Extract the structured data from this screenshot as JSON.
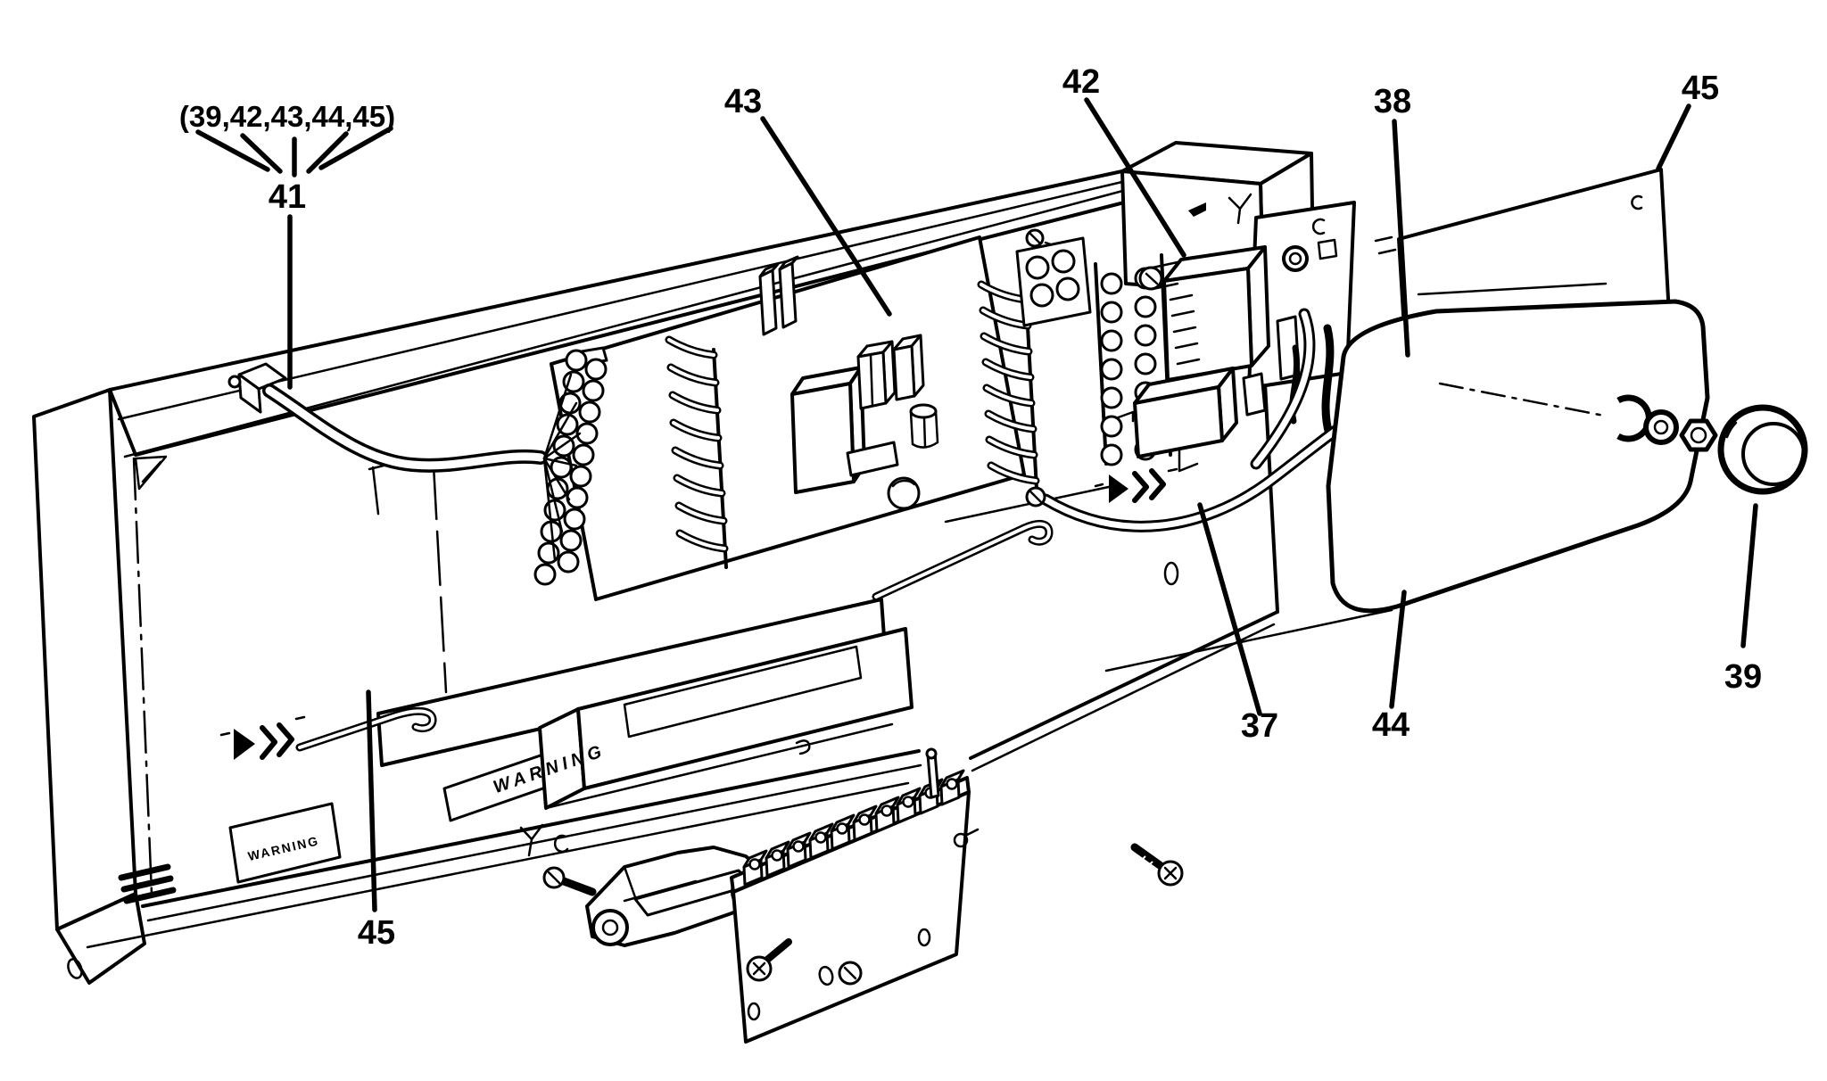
{
  "figure": {
    "background": "#ffffff",
    "line_color": "#000000",
    "description": "Exploded parts line diagram of an appliance control-panel console with circuit boards, cover plates, knob and mounting hardware"
  },
  "callouts": {
    "group_list": "(39,42,43,44,45)",
    "n41": "41",
    "n43": "43",
    "n42": "42",
    "n38": "38",
    "n45_top": "45",
    "n37": "37",
    "n44": "44",
    "n39": "39",
    "n45_bottom": "45"
  },
  "stickers": {
    "warning_front": "WARNING",
    "warning_lower": "WARNING"
  }
}
